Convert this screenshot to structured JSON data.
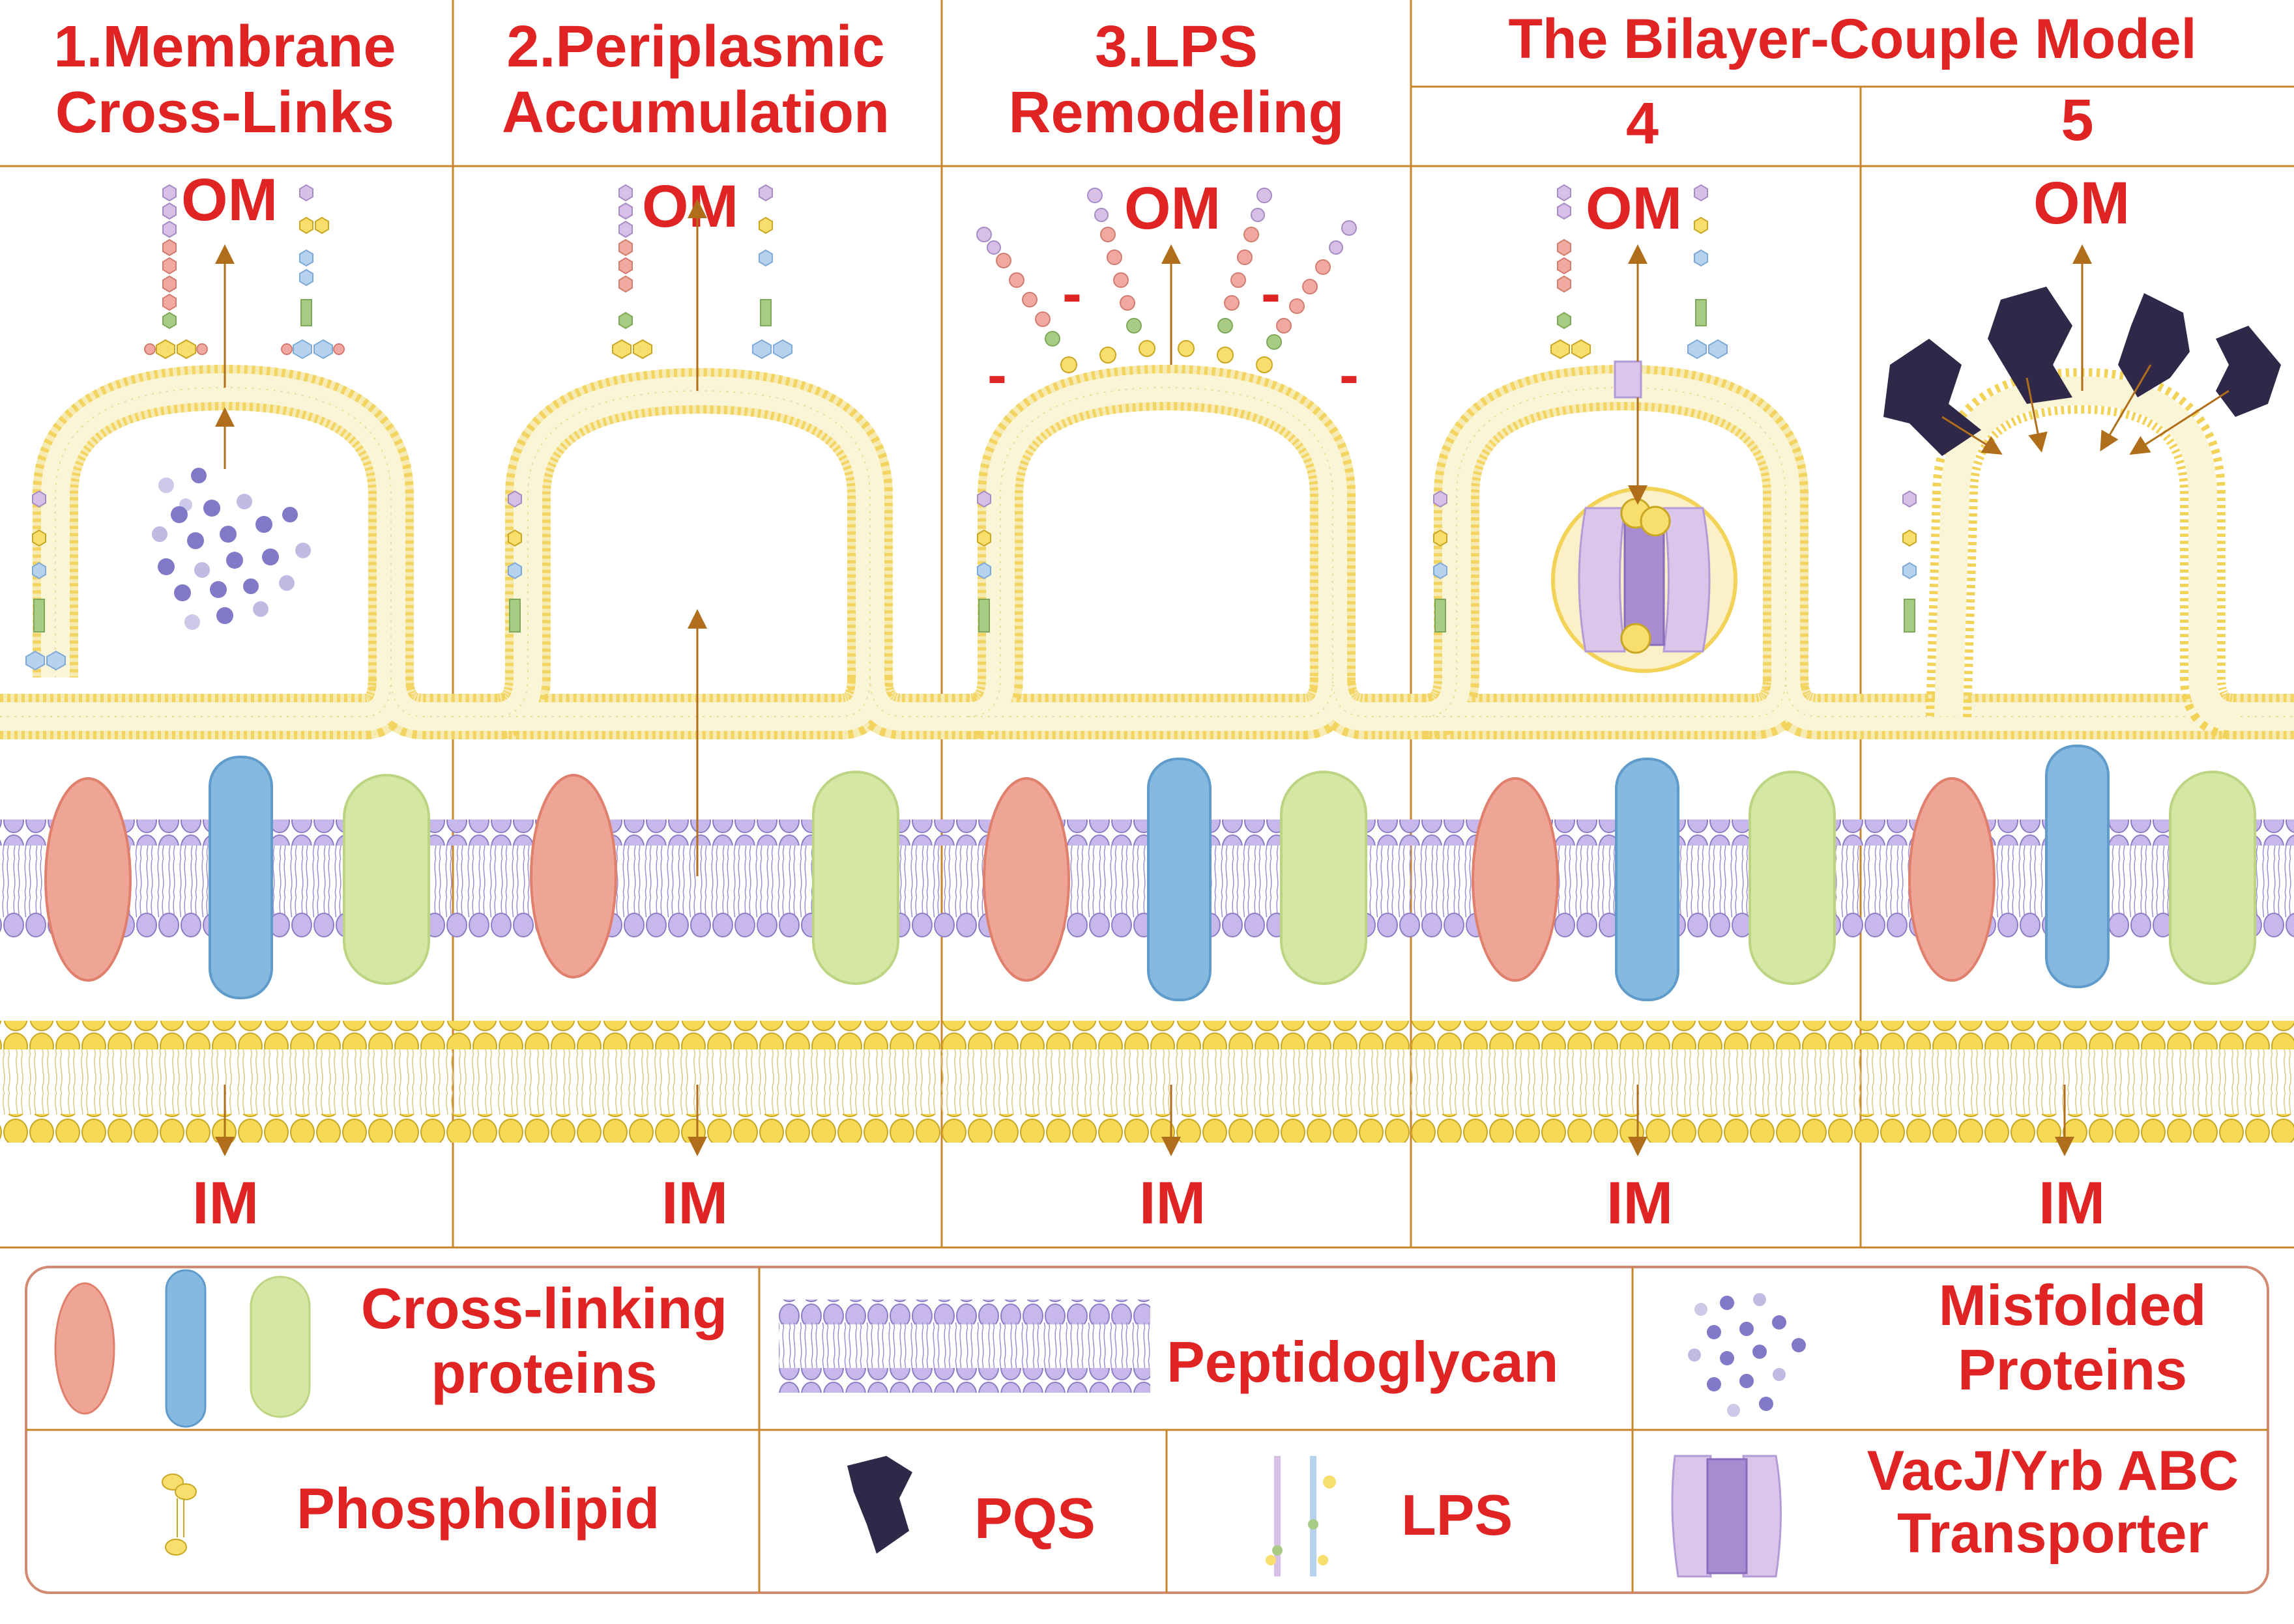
{
  "headers": [
    {
      "line1": "1.Membrane",
      "line2": "Cross-Links"
    },
    {
      "line1": "2.Periplasmic",
      "line2": "Accumulation"
    },
    {
      "line1": "3.LPS",
      "line2": "Remodeling"
    }
  ],
  "bilayer_model": {
    "title": "The Bilayer-Couple Model",
    "panel4": "4",
    "panel5": "5"
  },
  "om_label": "OM",
  "im_label": "IM",
  "charge_sign": "-",
  "legend": {
    "crosslinking": {
      "line1": "Cross-linking",
      "line2": "proteins"
    },
    "peptidoglycan": "Peptidoglycan",
    "misfolded": {
      "line1": "Misfolded",
      "line2": "Proteins"
    },
    "phospholipid": "Phospholipid",
    "pqs": "PQS",
    "lps": "LPS",
    "transporter": {
      "line1": "VacJ/Yrb ABC",
      "line2": "Transporter"
    }
  },
  "colors": {
    "title_red": "#e02424",
    "divider": "#c8852a",
    "arrow": "#b06e1a",
    "om_yellow": "#f2d257",
    "om_tail": "#f6e9a8",
    "pg_purple": "#b7a5e0",
    "crosslink_red": "#eea595",
    "crosslink_blue": "#86b9e0",
    "crosslink_green": "#d6e6a3",
    "pqs_dark": "#2f2849",
    "misfolded": "#8178c8"
  }
}
